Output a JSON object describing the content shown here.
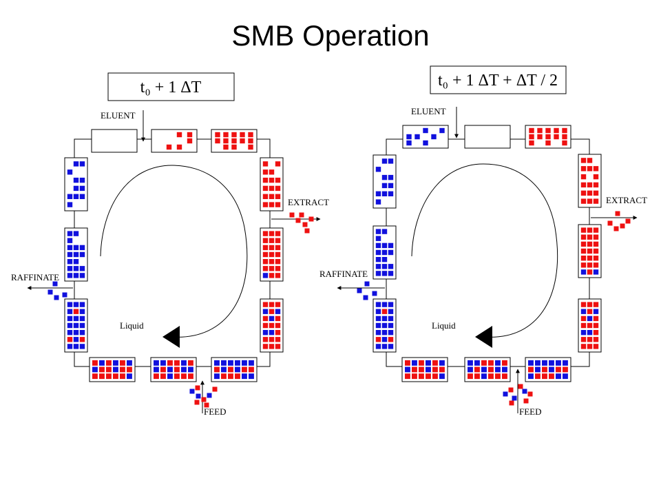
{
  "title": "SMB Operation",
  "colors": {
    "red": "#ee1111",
    "blue": "#1111dd",
    "line": "#000000"
  },
  "labels": {
    "eluent": "ELUENT",
    "extract": "EXTRACT",
    "raffinate": "RAFFINATE",
    "feed": "FEED",
    "liquid": "Liquid"
  },
  "panels": [
    {
      "time_label": "t₀ + 1 ΔT",
      "columns": [
        {
          "id": "top-1",
          "pattern": [
            "...."
          ]
        },
        {
          "id": "top-2",
          "pattern": [
            "..rr",
            "...r",
            ".rr."
          ]
        },
        {
          "id": "top-3",
          "pattern": [
            "rrrrr",
            "rrrrr",
            ".rr.r"
          ]
        },
        {
          "id": "right-1",
          "pattern": [
            "r.r",
            "rr.",
            "rrr",
            "rrr",
            "rrr",
            "rrr"
          ]
        },
        {
          "id": "right-2",
          "pattern": [
            "rrr",
            "rrr",
            "rrr",
            "rrr",
            "rrr",
            "rrr",
            "brr"
          ]
        },
        {
          "id": "right-3",
          "pattern": [
            "rrr",
            "brb",
            "rbr",
            "rrr",
            "bbr",
            "rrr",
            "rrr"
          ]
        },
        {
          "id": "bottom-1",
          "pattern": [
            "rbrbrb",
            "brrbrr",
            "rrrrrb"
          ]
        },
        {
          "id": "bottom-2",
          "pattern": [
            "bbrrbr",
            "brbrbb",
            "rrbrrr"
          ]
        },
        {
          "id": "bottom-3",
          "pattern": [
            "bbbbbb",
            "rbrbrr",
            "brrrbb"
          ]
        },
        {
          "id": "left-1",
          "pattern": [
            "bbb",
            "brb",
            "bbb",
            "bbb",
            "bbb",
            "rbr",
            "bbb"
          ]
        },
        {
          "id": "left-2",
          "pattern": [
            "bb.",
            "b..",
            "bbb",
            "bbb",
            "bb.",
            "bbb",
            "bbb"
          ]
        },
        {
          "id": "left-3",
          "pattern": [
            ".bb",
            "b..",
            ".bb",
            ".bb",
            "bbb",
            "b.."
          ]
        }
      ]
    },
    {
      "time_label": "t₀ + 1 ΔT + ΔT / 2",
      "columns": [
        {
          "id": "top-1",
          "pattern": [
            "..b.b",
            "bb.b",
            "b.b."
          ]
        },
        {
          "id": "top-2",
          "pattern": [
            "...."
          ]
        },
        {
          "id": "top-3",
          "pattern": [
            "rrrrr",
            "rrrrr",
            "r.r.r"
          ]
        },
        {
          "id": "right-1",
          "pattern": [
            "rr.",
            "rrr",
            "r.r",
            "rrr",
            "rrr",
            "rrr"
          ]
        },
        {
          "id": "right-2",
          "pattern": [
            "rrr",
            "rrr",
            "rrr",
            "rrr",
            "rrr",
            "rrr",
            "brb"
          ]
        },
        {
          "id": "right-3",
          "pattern": [
            "rrr",
            "brb",
            "rbr",
            "rrr",
            "bbr",
            "rrr",
            "rrr"
          ]
        },
        {
          "id": "bottom-1",
          "pattern": [
            "rbrbrb",
            "brrbrr",
            "rrrrrb"
          ]
        },
        {
          "id": "bottom-2",
          "pattern": [
            "bbrrbr",
            "brbrbb",
            "rrbrrr"
          ]
        },
        {
          "id": "bottom-3",
          "pattern": [
            "bbbbbb",
            "rbrbrr",
            "brrrbb"
          ]
        },
        {
          "id": "left-1",
          "pattern": [
            "bbb",
            "brb",
            "bbb",
            "bbb",
            "bbb",
            "rbr",
            "bbb"
          ]
        },
        {
          "id": "left-2",
          "pattern": [
            "bb.",
            "b..",
            "bbb",
            "bbb",
            "bb.",
            "bbb",
            "bbb"
          ]
        },
        {
          "id": "left-3",
          "pattern": [
            ".bb",
            "b..",
            ".bb",
            ".bb",
            "bbb",
            "b.."
          ]
        }
      ]
    }
  ]
}
